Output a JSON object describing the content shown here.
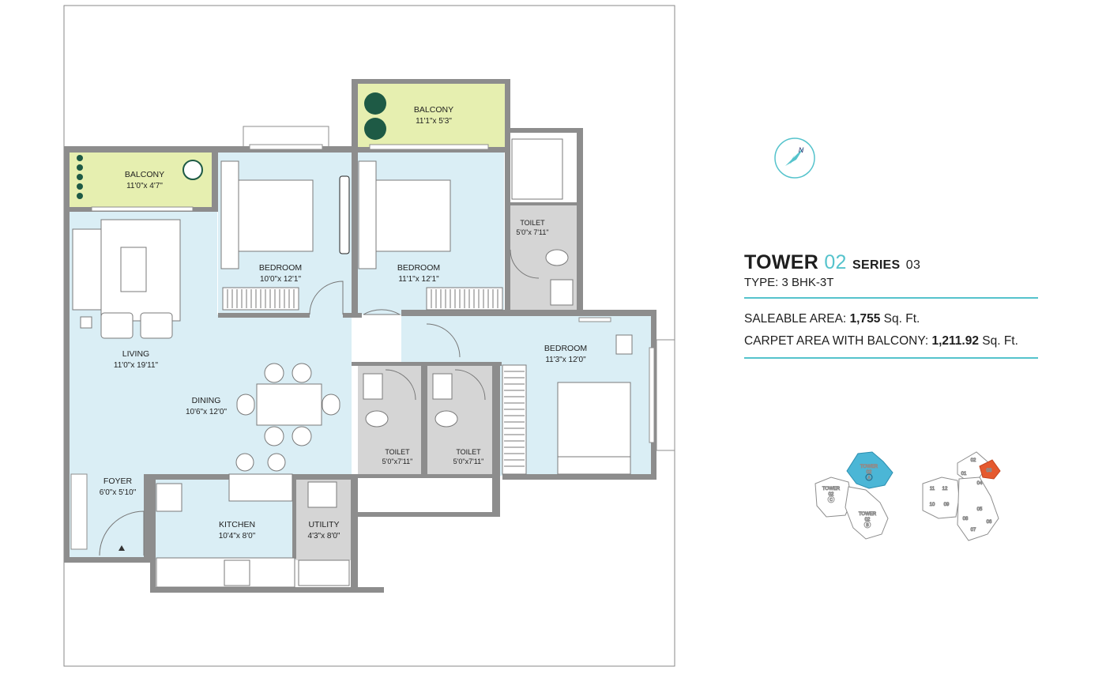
{
  "rooms": {
    "balcony_left": {
      "name": "BALCONY",
      "size": "11'0\"x 4'7\""
    },
    "balcony_top": {
      "name": "BALCONY",
      "size": "11'1\"x 5'3\""
    },
    "bedroom_1": {
      "name": "BEDROOM",
      "size": "10'0\"x 12'1\""
    },
    "bedroom_2": {
      "name": "BEDROOM",
      "size": "11'1\"x 12'1\""
    },
    "bedroom_3": {
      "name": "BEDROOM",
      "size": "11'3\"x 12'0\""
    },
    "toilet_top": {
      "name": "TOILET",
      "size": "5'0\"x 7'11\""
    },
    "toilet_mid_1": {
      "name": "TOILET",
      "size": "5'0\"x7'11\""
    },
    "toilet_mid_2": {
      "name": "TOILET",
      "size": "5'0\"x7'11\""
    },
    "living": {
      "name": "LIVING",
      "size": "11'0\"x 19'11\""
    },
    "dining": {
      "name": "DINING",
      "size": "10'6\"x 12'0\""
    },
    "foyer": {
      "name": "FOYER",
      "size": "6'0\"x 5'10\""
    },
    "kitchen": {
      "name": "KITCHEN",
      "size": "10'4\"x 8'0\""
    },
    "utility": {
      "name": "UTILITY",
      "size": "4'3\"x 8'0\""
    }
  },
  "compass": {
    "letter": "N"
  },
  "info": {
    "tower_word": "TOWER",
    "tower_number": "02",
    "series_word": "SERIES",
    "series_number": "03",
    "type": "TYPE: 3 BHK-3T",
    "saleable_label": "SALEABLE AREA:",
    "saleable_value": "1,755",
    "saleable_unit": "Sq. Ft.",
    "carpet_label": "CARPET AREA WITH BALCONY:",
    "carpet_value": "1,211.92",
    "carpet_unit": "Sq. Ft."
  },
  "key_plan_towers": {
    "a": {
      "name": "TOWER",
      "number": "02",
      "letter": "A"
    },
    "b": {
      "name": "TOWER",
      "number": "02",
      "letter": "B"
    },
    "c": {
      "name": "TOWER",
      "number": "02",
      "letter": "C"
    }
  },
  "key_plan_units": [
    "01",
    "02",
    "03",
    "04",
    "05",
    "06",
    "07",
    "08",
    "09",
    "10",
    "11",
    "12"
  ],
  "colors": {
    "room_fill": "#daeef5",
    "balcony_fill": "#e6efb0",
    "wet_fill": "#d5d5d5",
    "wall": "#8d8d8d",
    "accent": "#55c3cc",
    "highlight_unit": "#e5592e"
  }
}
